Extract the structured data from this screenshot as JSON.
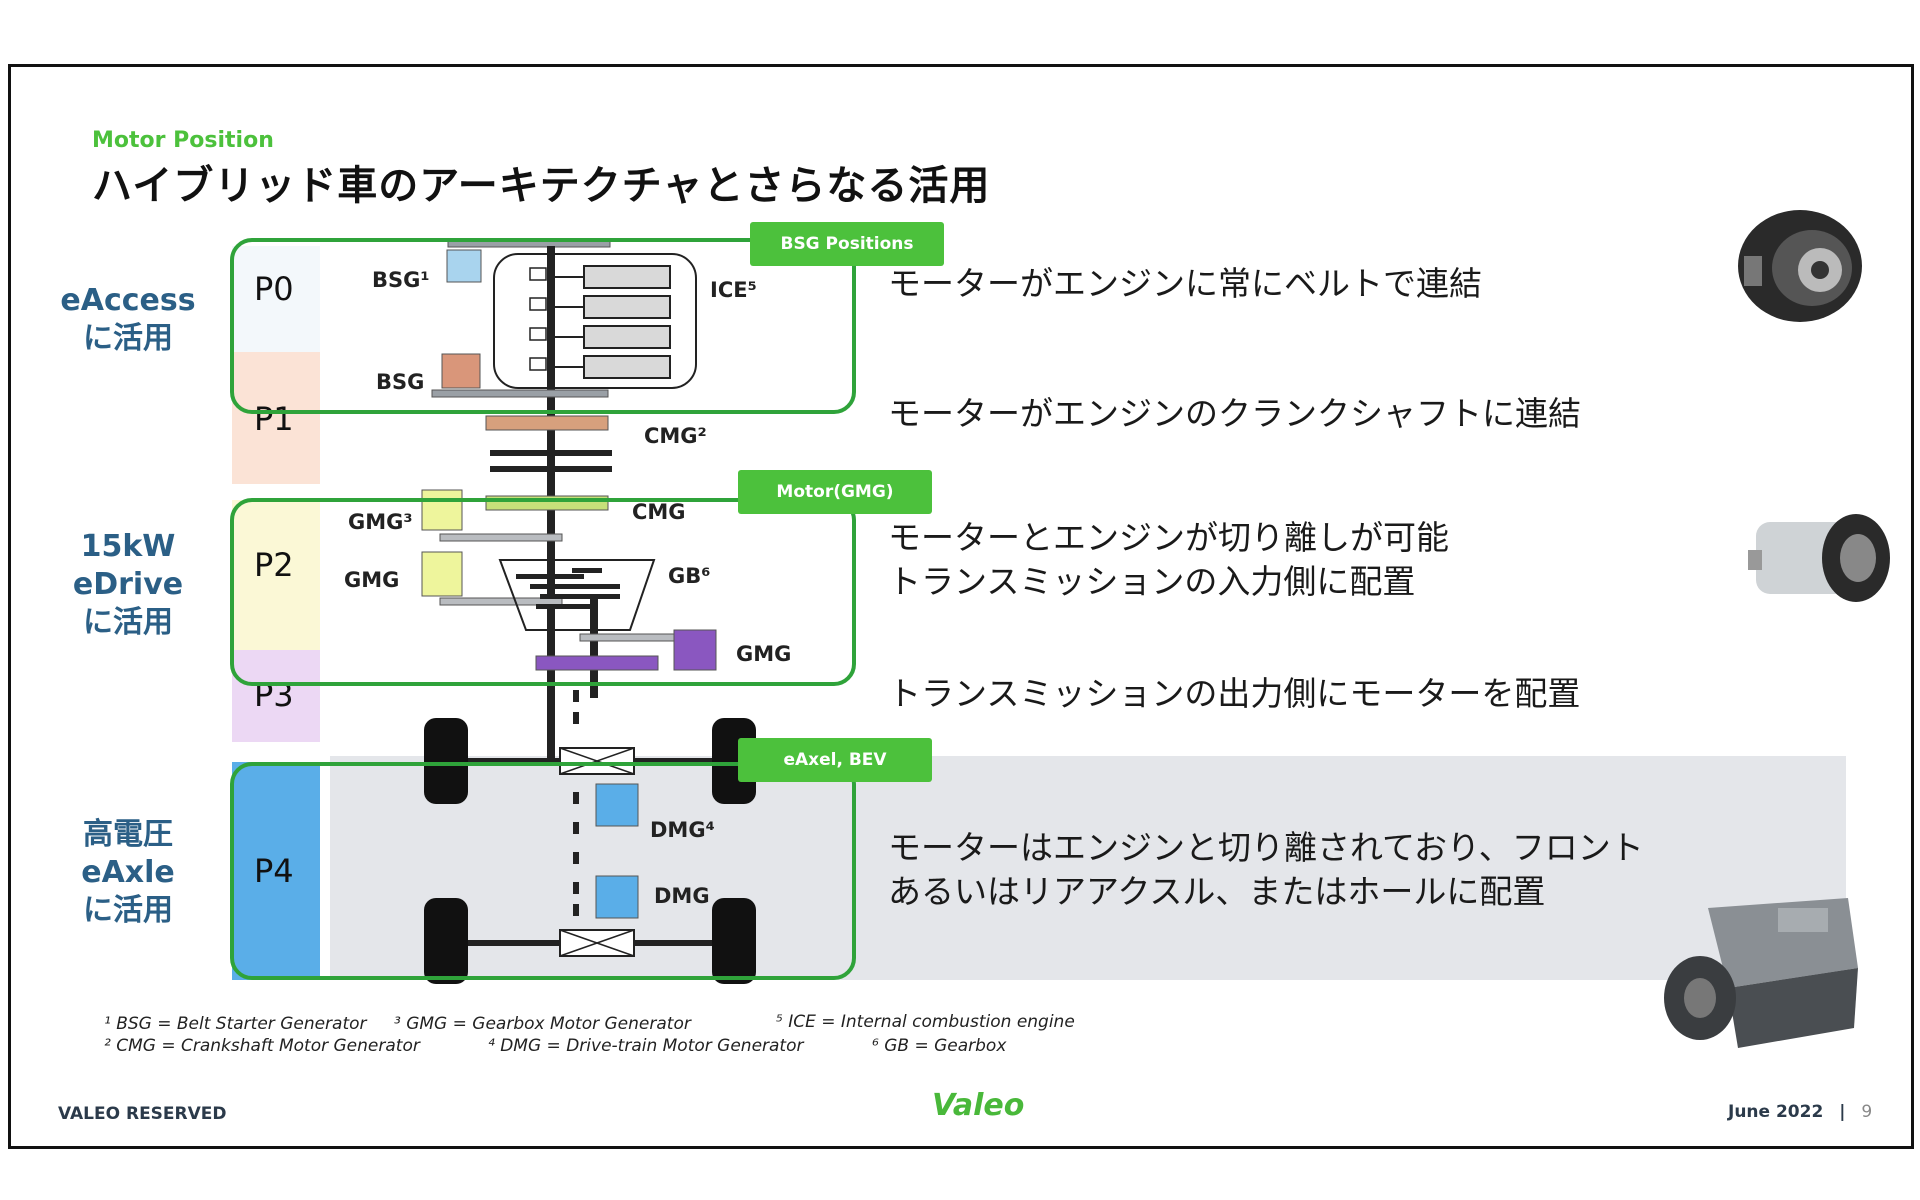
{
  "header": {
    "subtitle": "Motor Position",
    "title": "ハイブリッド車のアーキテクチャとさらなる活用"
  },
  "use_cases": [
    {
      "lines": [
        "eAccess",
        "に活用"
      ]
    },
    {
      "lines": [
        "15kW",
        "eDrive",
        "に活用"
      ]
    },
    {
      "lines": [
        "高電圧",
        "eAxle",
        "に活用"
      ]
    }
  ],
  "positions": {
    "p0": "P0",
    "p1": "P1",
    "p2": "P2",
    "p3": "P3",
    "p4": "P4"
  },
  "badges": {
    "bsg": "BSG Positions",
    "motor": "Motor(GMG)",
    "eaxel": "eAxel, BEV"
  },
  "components": {
    "bsg1": "BSG¹",
    "bsg": "BSG",
    "ice5": "ICE⁵",
    "cmg2": "CMG²",
    "cmg": "CMG",
    "gmg3": "GMG³",
    "gmg_a": "GMG",
    "gb6": "GB⁶",
    "gmg_b": "GMG",
    "dmg4": "DMG⁴",
    "dmg": "DMG"
  },
  "descriptions": {
    "p0": [
      "モーターがエンジンに常にベルトで連結"
    ],
    "p1": [
      "モーターがエンジンのクランクシャフトに連結"
    ],
    "p2": [
      "モーターとエンジンが切り離しが可能",
      "トランスミッションの入力側に配置"
    ],
    "p3": [
      "トランスミッションの出力側にモーターを配置"
    ],
    "p4": [
      "モーターはエンジンと切り離されており、フロント",
      "あるいはリアアクスル、またはホールに配置"
    ]
  },
  "footnotes": [
    "¹ BSG = Belt Starter Generator",
    "² CMG = Crankshaft Motor Generator",
    "³ GMG = Gearbox Motor Generator",
    "⁴ DMG = Drive-train Motor Generator",
    "⁵ ICE = Internal combustion engine",
    "⁶ GB = Gearbox"
  ],
  "footer": {
    "left": "VALEO RESERVED",
    "logo": "Valeo",
    "date": "June 2022",
    "page": "9"
  },
  "colors": {
    "accent_green": "#4cc13c",
    "box_green": "#2fa33a",
    "usecase_blue": "#2b5f86",
    "p1_band": "#fbe3d6",
    "p2_band": "#fbf8d6",
    "p3_band": "#ecd8f4",
    "p4_band": "#5aaee8"
  }
}
